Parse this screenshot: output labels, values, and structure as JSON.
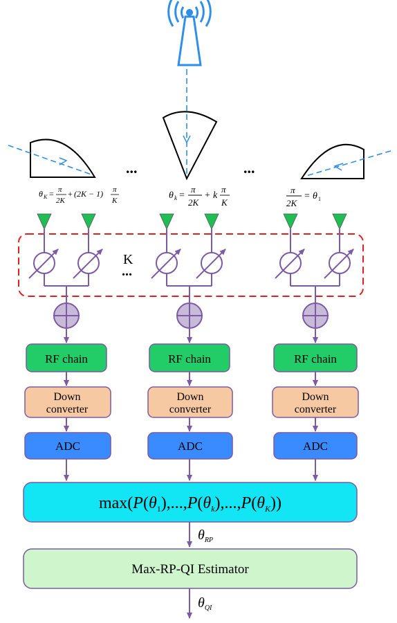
{
  "ellipses": [
    "...",
    "...",
    "..."
  ],
  "k_label": "K",
  "beam_formulas": {
    "left": {
      "lhs": "θ",
      "lhs_sub": "K",
      "eq": "=",
      "frac1_num": "π",
      "frac1_den": "2K",
      "plus": "+",
      "mid": "(2K − 1)",
      "frac2_num": "π",
      "frac2_den": "K"
    },
    "center": {
      "lhs": "θ",
      "lhs_sub": "k",
      "eq": "=",
      "frac1_num": "π",
      "frac1_den": "2K",
      "plus": "+",
      "mid": "k",
      "frac2_num": "π",
      "frac2_den": "K"
    },
    "right": {
      "frac_num": "π",
      "frac_den": "2K",
      "eq": "=",
      "rhs": "θ",
      "rhs_sub": "1"
    }
  },
  "chains": [
    {
      "rf": "RF chain",
      "down_1": "Down",
      "down_2": "converter",
      "adc": "ADC"
    },
    {
      "rf": "RF chain",
      "down_1": "Down",
      "down_2": "converter",
      "adc": "ADC"
    },
    {
      "rf": "RF chain",
      "down_1": "Down",
      "down_2": "converter",
      "adc": "ADC"
    }
  ],
  "max_box": {
    "prefix": "max(",
    "p": "P",
    "open": "(",
    "theta": "θ",
    "sub1": "1",
    "close_sep": "),...,",
    "subk": "k",
    "subK": "K",
    "end": "))"
  },
  "theta_rp": {
    "symbol": "θ",
    "sub": "RP"
  },
  "estimator": "Max-RP-QI Estimator",
  "theta_qi": {
    "symbol": "θ",
    "sub": "QI"
  },
  "colors": {
    "tower": "#2f8fe8",
    "beam": "#2f8fe8",
    "antenna": "#1fbe55",
    "dashed_box": "#e02020",
    "wire": "#7b5aa6",
    "combiner": "#c9bad8",
    "rf_chain": "#22cc66",
    "down_converter": "#f7c9a2",
    "adc": "#3a8bff",
    "max_box": "#12e6f5",
    "estimator": "#cef5cc"
  }
}
